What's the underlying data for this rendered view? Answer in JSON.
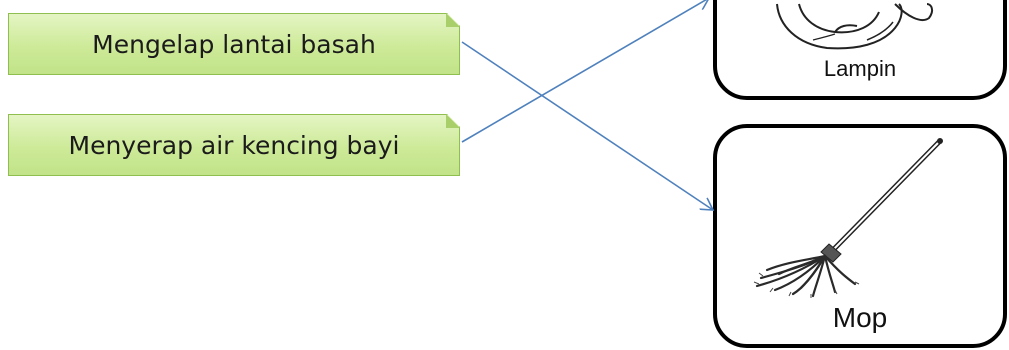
{
  "left_labels": [
    {
      "text": "Mengelap lantai basah"
    },
    {
      "text": "Menyerap air kencing bayi"
    }
  ],
  "picture_cards": [
    {
      "caption": "Lampin",
      "icon": "diaper-icon"
    },
    {
      "caption": "Mop",
      "icon": "mop-icon"
    }
  ],
  "connections": [
    {
      "from": "Mengelap lantai basah",
      "to": "Mop"
    },
    {
      "from": "Menyerap air kencing bayi",
      "to": "Lampin"
    }
  ],
  "colors": {
    "label_fill": "#cdea98",
    "label_border": "#8fbf4f",
    "connector": "#4f81bd",
    "card_border": "#000000"
  }
}
